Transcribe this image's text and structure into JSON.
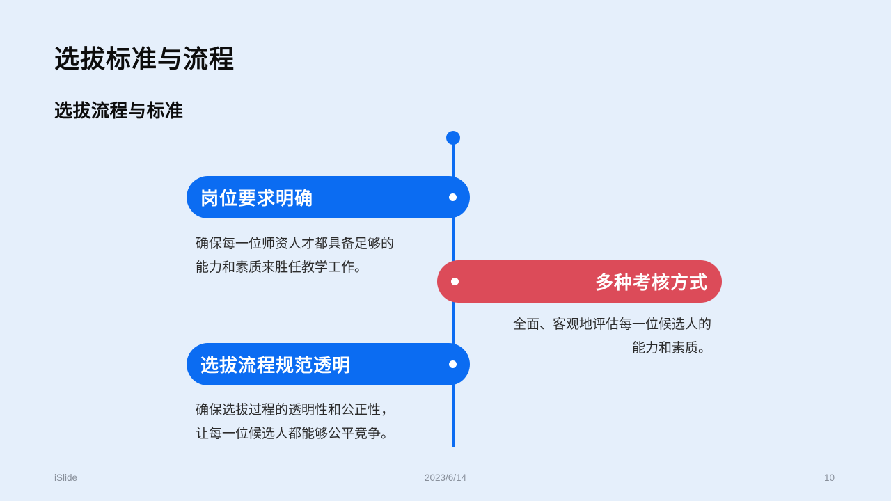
{
  "slide": {
    "title": "选拔标准与流程",
    "subtitle": "选拔流程与标准",
    "timeline": {
      "items": [
        {
          "label": "岗位要求明确",
          "side": "left",
          "color": "#0b6cf2",
          "description_lines": [
            "确保每一位师资人才都具备足够的",
            "能力和素质来胜任教学工作。"
          ]
        },
        {
          "label": "多种考核方式",
          "side": "right",
          "color": "#dc4b59",
          "description_lines": [
            "全面、客观地评估每一位候选人的",
            "能力和素质。"
          ]
        },
        {
          "label": "选拔流程规范透明",
          "side": "left",
          "color": "#0b6cf2",
          "description_lines": [
            "确保选拔过程的透明性和公正性，",
            "让每一位候选人都能够公平竞争。"
          ]
        }
      ]
    },
    "footer": {
      "brand": "iSlide",
      "date": "2023/6/14",
      "page_number": "10"
    },
    "colors": {
      "background": "#e5effb",
      "primary_blue": "#0b6cf2",
      "accent_red": "#dc4b59",
      "body_text": "#2b2b2b",
      "footer_text": "#888f9a"
    }
  }
}
